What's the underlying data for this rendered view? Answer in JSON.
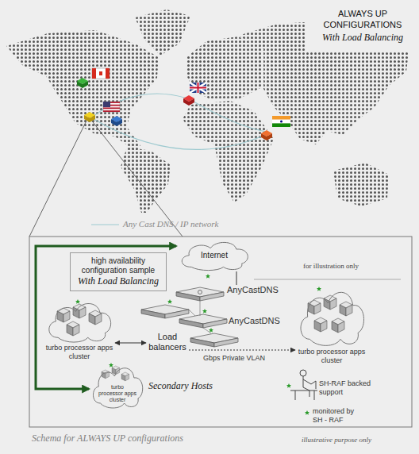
{
  "diagram": {
    "title": "ALWAYS UP CONFIGURATIONS",
    "caption": "Schema for ALWAYS UP configurations",
    "nodes": [
      {
        "text": [
          "high availability configuration sample",
          "With Load Balancing"
        ]
      },
      {
        "text": [
          "Internet"
        ]
      },
      {
        "text": [
          "AnyCastDNS"
        ]
      },
      {
        "text": [
          "AnyCastDNS"
        ]
      },
      {
        "text": [
          "Load balancers"
        ]
      },
      {
        "text": [
          "turbo processor apps cluster"
        ]
      },
      {
        "text": [
          "turbo processor apps cluster"
        ]
      },
      {
        "text": [
          "turbo processor apps cluster",
          "Secondary Hosts"
        ]
      }
    ],
    "edges": [
      {
        "from": 1,
        "to": 2,
        "arrow": "none"
      },
      {
        "from": 5,
        "to": 4,
        "arrow": "both"
      },
      {
        "from": 4,
        "to": 6,
        "arrow": "to"
      },
      {
        "from": 7,
        "to": 1,
        "arrow": "both"
      }
    ],
    "labels": [
      "With Load Balancing",
      "Any Cast DNS / IP network",
      "for illustration only",
      "Gbps Private VLAN",
      "SH-RAF backed support",
      "monitored by SH - RAF",
      "illustrative purpose only"
    ]
  }
}
